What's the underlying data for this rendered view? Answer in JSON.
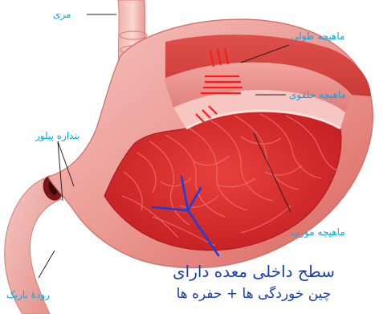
{
  "colors": {
    "label": "#00a8e8",
    "leader": "#222222",
    "caption": "#1a3fb3",
    "muscle_marks": "#ff1a1a",
    "folds_marker": "#1a3fe0",
    "tissue_light": "#f4b6b6",
    "tissue_mid": "#e87878",
    "tissue_dark": "#c8312e",
    "mucosa": "#d8282a"
  },
  "labels": {
    "esophagus": "مری",
    "longitudinal_muscle": "ماهیچه طولی",
    "circular_muscle": "ماهیچه حلقوی",
    "pyloric_sphincter": "بنداره پیلور",
    "oblique_muscle": "ماهیچه مورب",
    "small_intestine": "رودهٔ باریک"
  },
  "caption": {
    "line1": "سطح داخلی معده دارای",
    "line2": "چین خوردگی ها + حفره ها"
  }
}
